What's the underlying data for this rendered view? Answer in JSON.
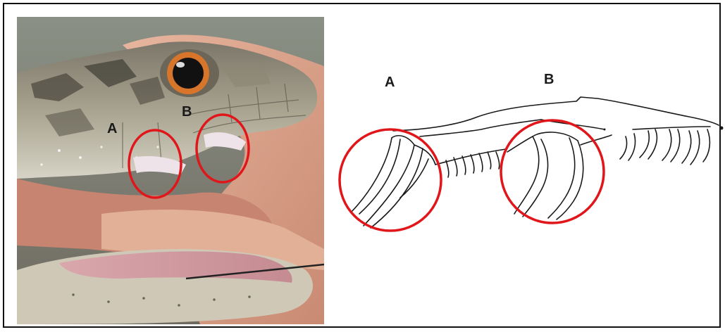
{
  "photo": {
    "label_a": "A",
    "label_b": "B"
  },
  "drawing": {
    "label_a": "A",
    "label_b": "B"
  },
  "colors": {
    "highlight_circle": "#e0161b",
    "skin": "#d9a089",
    "scales": "#b9b39f",
    "eye_iris": "#d7752a"
  }
}
